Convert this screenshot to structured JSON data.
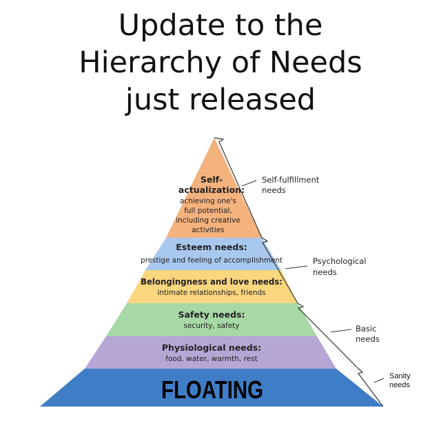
{
  "caption": {
    "lines": [
      "Update to the",
      "Hierarchy of Needs",
      "just released"
    ]
  },
  "pyramid": {
    "levels": [
      {
        "title_lines": [
          "Self-",
          "actualization:"
        ],
        "desc_lines": [
          "achieving one's",
          "full potential,",
          "including creative",
          "activities"
        ],
        "color": "#F4B27D"
      },
      {
        "title_lines": [
          "Esteem needs:"
        ],
        "desc_lines": [
          "prestige and feeling of accomplishment"
        ],
        "color": "#A9C8EE"
      },
      {
        "title_lines": [
          "Belongingness and love needs:"
        ],
        "desc_lines": [
          "intimate relationships, friends"
        ],
        "color": "#FAD67F"
      },
      {
        "title_lines": [
          "Safety needs:"
        ],
        "desc_lines": [
          "security, safety"
        ],
        "color": "#A8D8A5"
      },
      {
        "title_lines": [
          "Physiological needs:"
        ],
        "desc_lines": [
          "food, water, warmth, rest"
        ],
        "color": "#B6A6D4"
      },
      {
        "title_lines": [
          "FLOATING"
        ],
        "desc_lines": [],
        "color": "#3F7DC6"
      }
    ],
    "side_labels": [
      {
        "lines": [
          "Self-fulfillment",
          "needs"
        ]
      },
      {
        "lines": [
          "Psychological",
          "needs"
        ]
      },
      {
        "lines": [
          "Basic",
          "needs"
        ]
      },
      {
        "lines": [
          "Sanity",
          "needs"
        ]
      }
    ]
  }
}
